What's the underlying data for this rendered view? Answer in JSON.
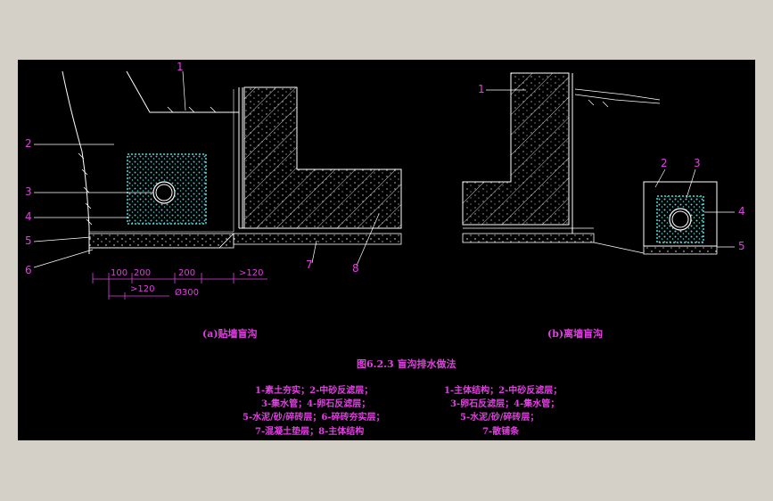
{
  "colors": {
    "background": "#000000",
    "line": "#ffffff",
    "label": "#e040e0",
    "gravel": "#40e0e0",
    "dim_line": "#e040e0"
  },
  "diagram_a": {
    "labels": [
      "1",
      "2",
      "3",
      "4",
      "5",
      "6",
      "7",
      "8"
    ],
    "dimensions": {
      "d1": "100",
      "d2": "200",
      "d3": "200",
      "d4": ">120",
      "d5": ">120",
      "pipe": "Ø300"
    },
    "caption": "(a)贴墙盲沟"
  },
  "diagram_b": {
    "labels": [
      "1",
      "2",
      "3",
      "4",
      "5"
    ],
    "caption": "(b)离墙盲沟"
  },
  "figure_title": "图6.2.3   盲沟排水做法",
  "legend_a": [
    "1-素土夯实；2-中砂反滤层；",
    "3-集水管；4-卵石反滤层；",
    "5-水泥/砂/碎砖层；6-碎砖夯实层；",
    "7-混凝土垫层；8-主体结构"
  ],
  "legend_b": [
    "1-主体结构；2-中砂反滤层；",
    "3-卵石反滤层；4-集水管；",
    "5-水泥/砂/碎砖层；",
    "7-散铺条"
  ]
}
